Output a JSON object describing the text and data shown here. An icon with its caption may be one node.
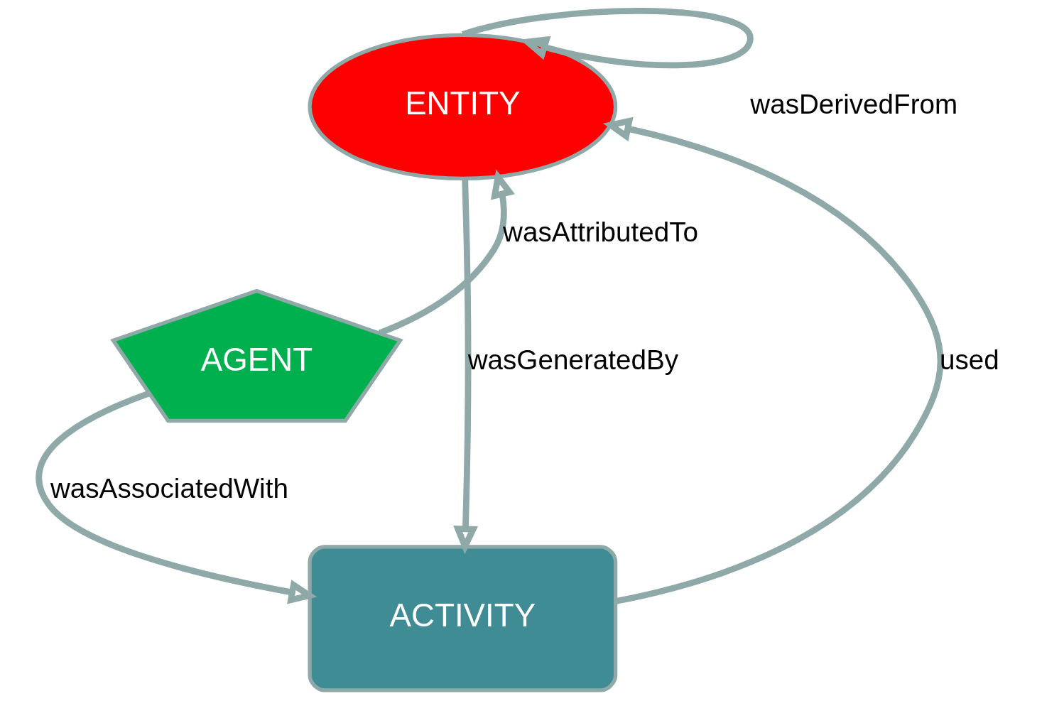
{
  "diagram": {
    "nodes": [
      {
        "text": [
          "ENTITY"
        ]
      },
      {
        "text": [
          "AGENT"
        ]
      },
      {
        "text": [
          "ACTIVITY"
        ]
      }
    ],
    "edges": [
      {
        "from": 0,
        "to": 0,
        "arrow": "to",
        "label": "wasDerivedFrom"
      },
      {
        "from": 1,
        "to": 0,
        "arrow": "to",
        "label": "wasAttributedTo"
      },
      {
        "from": 2,
        "to": 0,
        "arrow": "to",
        "label": "used"
      },
      {
        "from": 0,
        "to": 2,
        "arrow": "to",
        "label": "wasGeneratedBy"
      },
      {
        "from": 1,
        "to": 2,
        "arrow": "to",
        "label": "wasAssociatedWith"
      }
    ]
  }
}
